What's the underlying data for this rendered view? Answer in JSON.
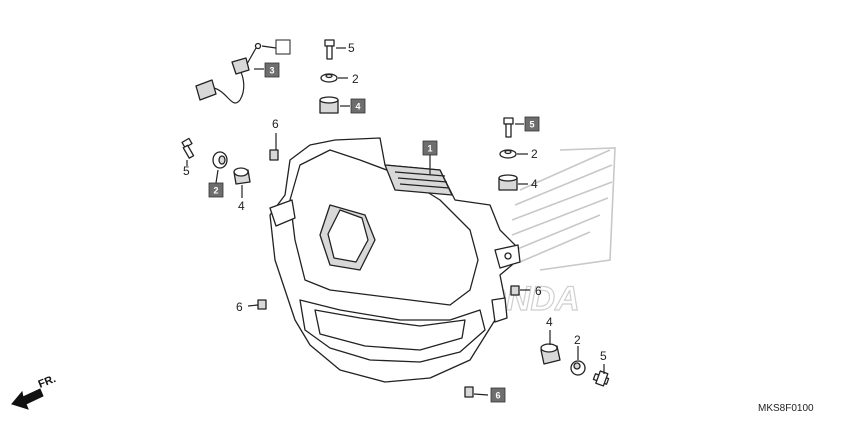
{
  "diagram": {
    "code": "MKS8F0100",
    "direction_label": "FR.",
    "watermark": "HONDA"
  },
  "callouts": {
    "boxed": [
      {
        "id": "box-1",
        "num": "1"
      },
      {
        "id": "box-3",
        "num": "3"
      },
      {
        "id": "box-4-top",
        "num": "4"
      },
      {
        "id": "box-2-left",
        "num": "2"
      },
      {
        "id": "box-5-right",
        "num": "5"
      },
      {
        "id": "box-6-bottom",
        "num": "6"
      }
    ],
    "plain": [
      {
        "id": "n5-top",
        "num": "5"
      },
      {
        "id": "n2-top",
        "num": "2"
      },
      {
        "id": "n6-upper",
        "num": "6"
      },
      {
        "id": "n5-left",
        "num": "5"
      },
      {
        "id": "n4-left",
        "num": "4"
      },
      {
        "id": "n2-right",
        "num": "2"
      },
      {
        "id": "n4-right",
        "num": "4"
      },
      {
        "id": "n6-left",
        "num": "6"
      },
      {
        "id": "n6-right",
        "num": "6"
      },
      {
        "id": "n4-bottom",
        "num": "4"
      },
      {
        "id": "n2-bottom",
        "num": "2"
      },
      {
        "id": "n5-bottom",
        "num": "5"
      }
    ]
  },
  "colors": {
    "callout_box": "#6e6e6e",
    "line": "#222222",
    "watermark": "#c8c8c8"
  }
}
